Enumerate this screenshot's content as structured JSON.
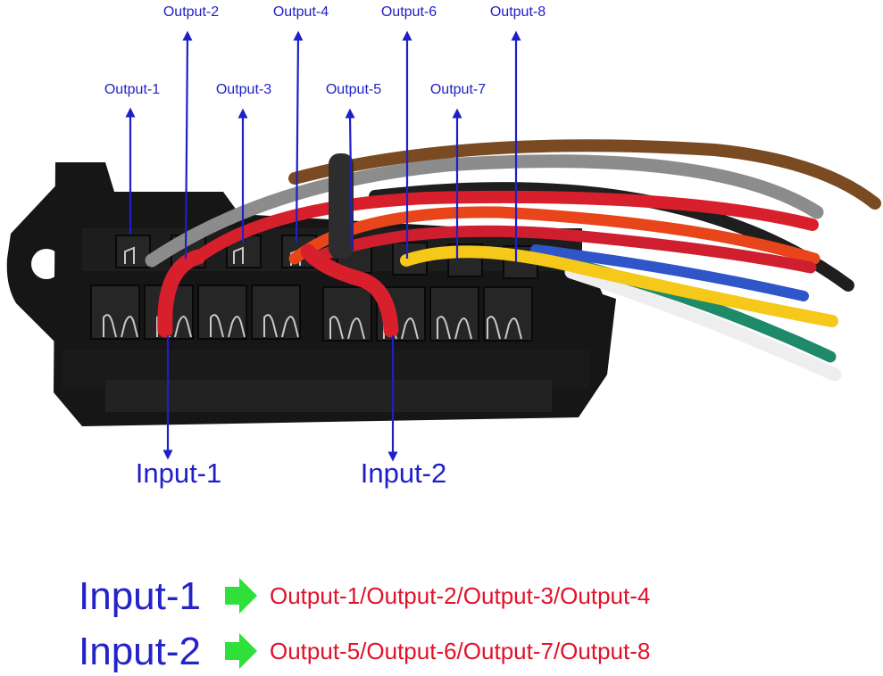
{
  "outputs": [
    {
      "label": "Output-1"
    },
    {
      "label": "Output-2"
    },
    {
      "label": "Output-3"
    },
    {
      "label": "Output-4"
    },
    {
      "label": "Output-5"
    },
    {
      "label": "Output-6"
    },
    {
      "label": "Output-7"
    },
    {
      "label": "Output-8"
    }
  ],
  "inputs": [
    {
      "label": "Input-1"
    },
    {
      "label": "Input-2"
    }
  ],
  "legend": [
    {
      "input": "Input-1",
      "outputs": "Output-1/Output-2/Output-3/Output-4"
    },
    {
      "input": "Input-2",
      "outputs": "Output-5/Output-6/Output-7/Output-8"
    }
  ],
  "colors": {
    "arrow": "#1f1fc8",
    "legend_input": "#2323c8",
    "legend_output": "#e0122a",
    "legend_arrow": "#2fe03a",
    "housing": "#141414",
    "wire_red": "#d8202c",
    "wire_brown": "#7a4a22",
    "wire_gray": "#8c8c8c",
    "wire_yellow": "#f6c81a",
    "wire_orange_red": "#e8461a",
    "wire_black": "#1e1e1e",
    "wire_white": "#f2f2f2",
    "wire_green": "#1f8a6a",
    "wire_blue": "#2f55c8"
  },
  "icons": {
    "legend_arrow": "right-arrow-icon"
  }
}
